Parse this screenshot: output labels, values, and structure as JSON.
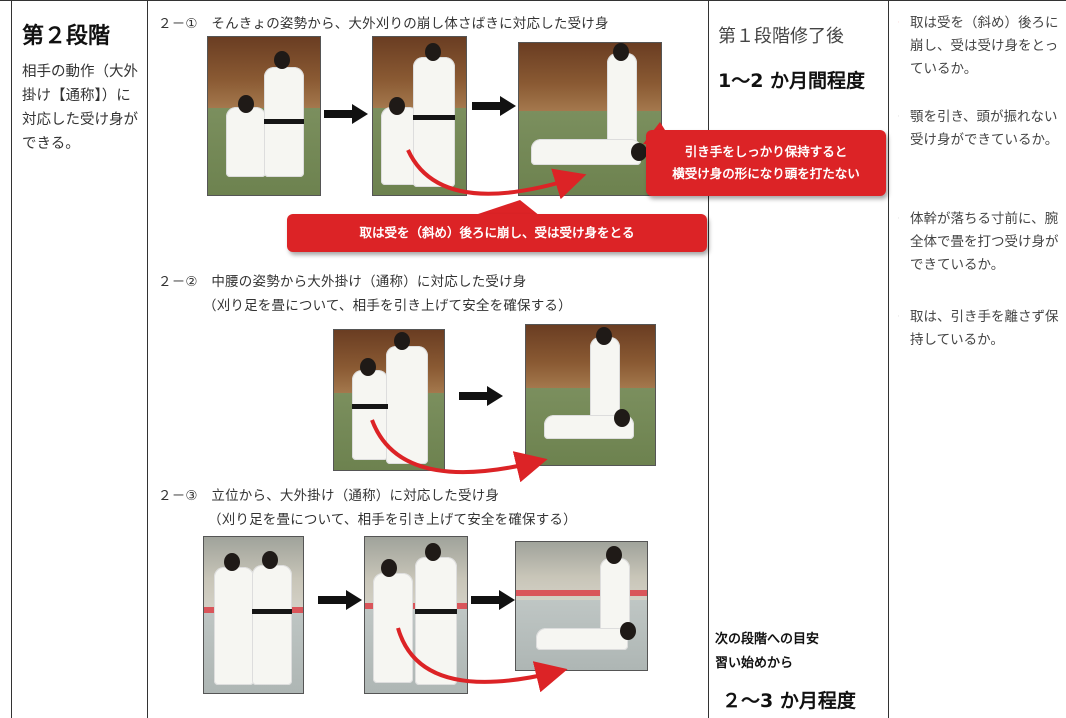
{
  "stage": {
    "title": "第２段階",
    "description": "相手の動作（大外掛け【通称】）に対応した受け身ができる。"
  },
  "sections": [
    {
      "heading": "２－①　そんきょの姿勢から、大外刈りの崩し体さばきに対応した受け身",
      "sub": ""
    },
    {
      "heading": "２－②　中腰の姿勢から大外掛け（通称）に対応した受け身",
      "sub": "（刈り足を畳について、相手を引き上げて安全を確保する）"
    },
    {
      "heading": "２－③　立位から、大外掛け（通称）に対応した受け身",
      "sub": "（刈り足を畳について、相手を引き上げて安全を確保する）"
    }
  ],
  "callouts": {
    "hold": "引き手をしっかり保持すると\n横受け身の形になり頭を打たない",
    "tori": "取は受を（斜め）後ろに崩し、受は受け身をとる"
  },
  "timing": {
    "label": "第１段階修了後",
    "duration": "1～2 か月間程度",
    "next_label": "次の段階への目安",
    "next_sub": "習い始めから",
    "next_duration": "２～3 か月程度"
  },
  "checkpoints": [
    "取は受を（斜め）後ろに崩し、受は受け身をとっているか。",
    "顎を引き、頭が振れない受け身ができているか。",
    "体幹が落ちる寸前に、腕全体で畳を打つ受け身ができているか。",
    "取は、引き手を離さず保持しているか。"
  ],
  "colors": {
    "accent_red": "#dc2326",
    "bullet_red": "#dc2326"
  }
}
